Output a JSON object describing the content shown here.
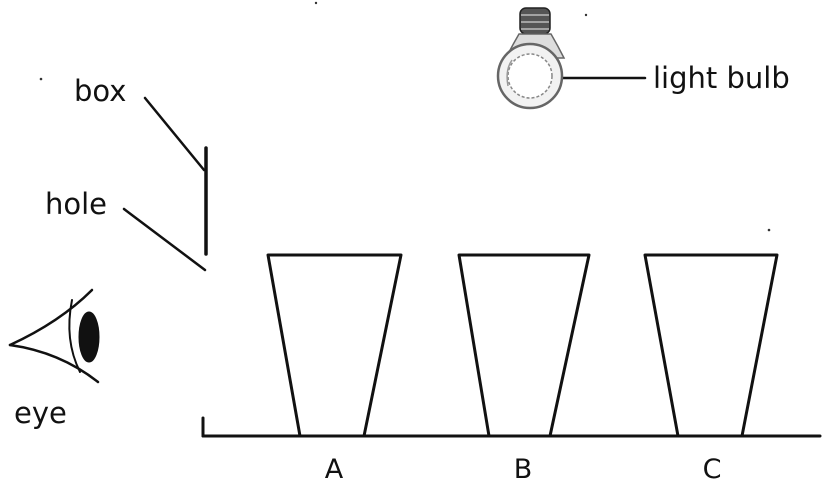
{
  "labels": {
    "box": "box",
    "hole": "hole",
    "eye": "eye",
    "light_bulb": "light bulb"
  },
  "cups": [
    {
      "label": "A"
    },
    {
      "label": "B"
    },
    {
      "label": "C"
    }
  ],
  "icons": {
    "bulb": "light-bulb-icon",
    "eye": "eye-icon"
  }
}
